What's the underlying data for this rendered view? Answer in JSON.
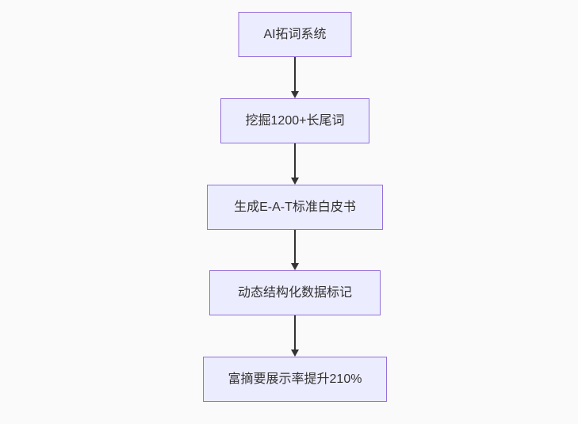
{
  "diagram": {
    "type": "flowchart",
    "direction": "top-down",
    "nodes": [
      {
        "id": "node-1",
        "label": "AI拓词系统"
      },
      {
        "id": "node-2",
        "label": "挖掘1200+长尾词"
      },
      {
        "id": "node-3",
        "label": "生成E-A-T标准白皮书"
      },
      {
        "id": "node-4",
        "label": "动态结构化数据标记"
      },
      {
        "id": "node-5",
        "label": "富摘要展示率提升210%"
      }
    ],
    "edges": [
      {
        "from": "node-1",
        "to": "node-2",
        "direction": "down"
      },
      {
        "from": "node-2",
        "to": "node-3",
        "direction": "down"
      },
      {
        "from": "node-3",
        "to": "node-4",
        "direction": "down"
      },
      {
        "from": "node-4",
        "to": "node-5",
        "direction": "down"
      }
    ],
    "colors": {
      "node_fill": "#ECECFF",
      "node_border": "#9370DB",
      "text": "#333333",
      "arrow": "#333333",
      "background": "#FAFAFA"
    }
  }
}
